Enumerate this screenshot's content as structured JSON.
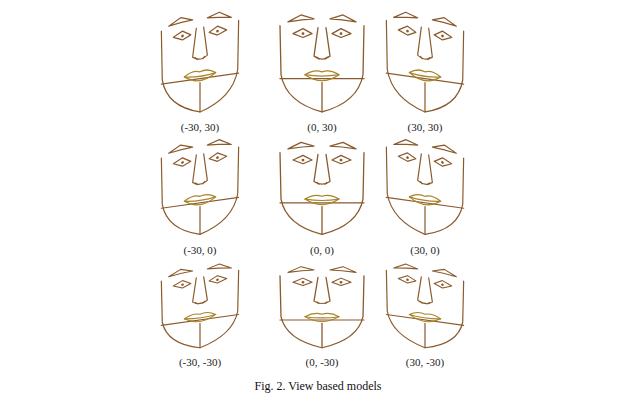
{
  "diagram": {
    "caption": "Fig. 2. View based models",
    "labels": [
      "(-30, 30)",
      "(0, 30)",
      "(30, 30)",
      "(-30, 0)",
      "(0, 0)",
      "(30, 0)",
      "(-30, -30)",
      "(0, -30)",
      "(30, -30)"
    ]
  }
}
